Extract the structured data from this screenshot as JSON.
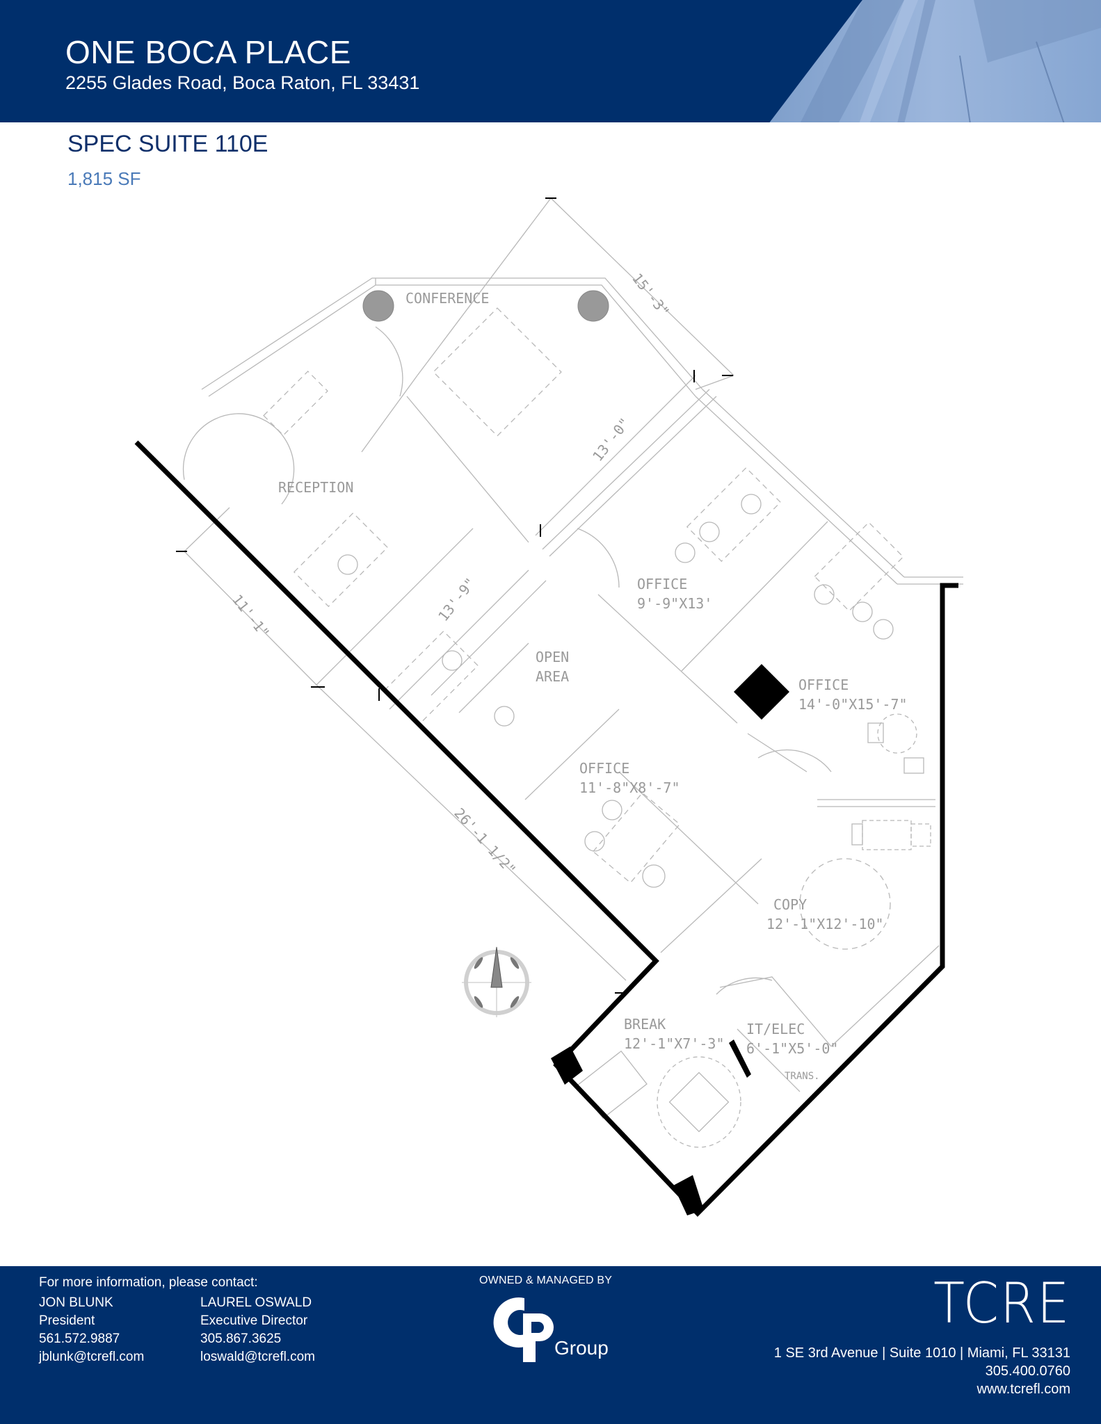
{
  "header": {
    "title": "ONE BOCA PLACE",
    "address": "2255 Glades Road, Boca Raton, FL 33431",
    "brand_color": "#002f6c",
    "photo_tint": "#8eabd4"
  },
  "suite": {
    "name": "SPEC SUITE 110E",
    "area": "1,815 SF",
    "title_color": "#0f2f6a",
    "area_color": "#4a7ab8"
  },
  "floorplan": {
    "rooms": [
      {
        "label": "CONFERENCE",
        "dimensions": ""
      },
      {
        "label": "RECEPTION",
        "dimensions": ""
      },
      {
        "label": "OPEN",
        "label2": "AREA",
        "dimensions": ""
      },
      {
        "label": "OFFICE",
        "dimensions": "9'-9\"X13'"
      },
      {
        "label": "OFFICE",
        "dimensions": "14'-0\"X15'-7\""
      },
      {
        "label": "OFFICE",
        "dimensions": "11'-8\"X8'-7\""
      },
      {
        "label": "COPY",
        "dimensions": "12'-1\"X12'-10\""
      },
      {
        "label": "BREAK",
        "dimensions": "12'-1\"X7'-3\""
      },
      {
        "label": "IT/ELEC",
        "dimensions": "6'-1\"X5'-0\""
      }
    ],
    "equipment_label": "TRANS.",
    "dimension_lines": [
      "15'-3\"",
      "13'-0\"",
      "13'-9\"",
      "11'-1\"",
      "26'-1 1/2\""
    ],
    "compass": "north-arrow-icon"
  },
  "footer": {
    "contact_label": "For more information, please contact:",
    "contacts": [
      {
        "name": "JON BLUNK",
        "title": "President",
        "phone": "561.572.9887",
        "email": "jblunk@tcrefl.com"
      },
      {
        "name": "LAUREL OSWALD",
        "title": "Executive Director",
        "phone": "305.867.3625",
        "email": "loswald@tcrefl.com"
      }
    ],
    "owned_label": "OWNED & MANAGED BY",
    "owner_logo": "CP",
    "owner_logo_sub": "Group",
    "broker_logo": "TCRE",
    "broker_address": "1 SE 3rd Avenue | Suite 1010 | Miami, FL 33131",
    "broker_phone": "305.400.0760",
    "broker_web": "www.tcrefl.com"
  }
}
